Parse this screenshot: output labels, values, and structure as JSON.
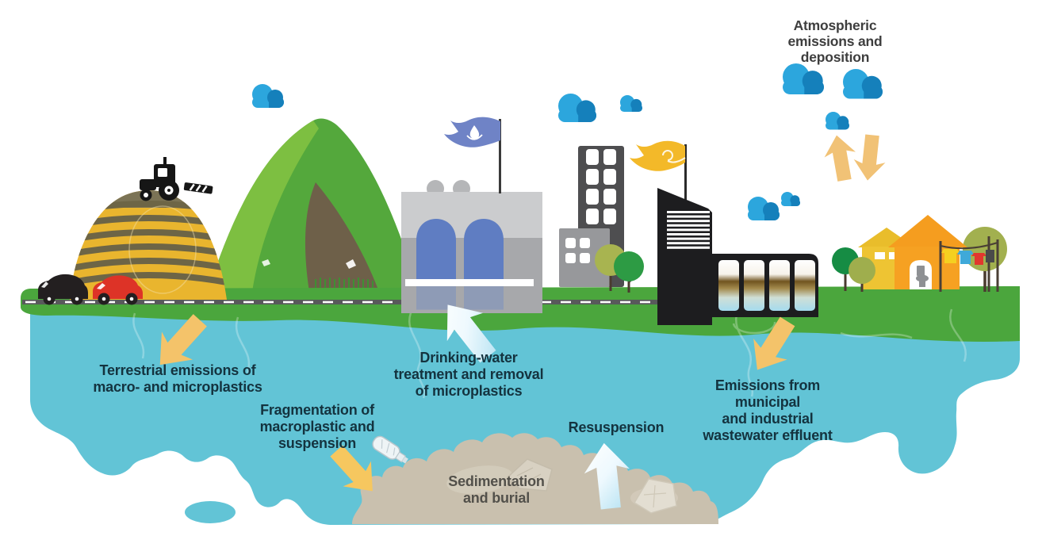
{
  "labels": {
    "atmospheric": {
      "text": "Atmospheric\nemissions and\ndeposition"
    },
    "terrestrial": {
      "text": "Terrestrial emissions of\nmacro- and microplastics"
    },
    "drinking_water": {
      "text": "Drinking-water\ntreatment and removal\nof microplastics"
    },
    "fragmentation": {
      "text": "Fragmentation of\nmacroplastic and\nsuspension"
    },
    "sedimentation": {
      "text": "Sedimentation\nand burial"
    },
    "resuspension": {
      "text": "Resuspension"
    },
    "wastewater": {
      "text": "Emissions from\nmunicipal\nand industrial\nwastewater effluent"
    }
  },
  "palette": {
    "water": "#62c4d6",
    "land_green": "#4ba63d",
    "mountain_light": "#7dbf41",
    "mountain_dark": "#54a83c",
    "soil_brown": "#6e6049",
    "field_yellow": "#e9b52e",
    "field_stripe": "#6d6546",
    "arrow_yellow": "#f4c36a",
    "arrow_white_blue": "#d9eff9",
    "cloud_light": "#2ca6dd",
    "cloud_dark": "#1580bb",
    "sediment": "#c9c0ae",
    "city_building_gray": "#4e4e50",
    "plant_gray": "#cbccce",
    "tank_blue": "#5f7dc2",
    "factory_black": "#1d1d1f",
    "flag_blue": "#6f83c6",
    "flag_yellow": "#f3b929",
    "house_yellow": "#eec433",
    "house_orange": "#f6a122",
    "car_red": "#dd3327"
  },
  "icons": [
    "tractor-icon",
    "black-car-icon",
    "red-car-icon",
    "water-drop-flag-icon",
    "wind-flag-icon",
    "toilet-icon",
    "clothesline-icon",
    "cloud-icon",
    "plastic-bottle-icon",
    "plastic-bag-icon",
    "down-arrow-icon",
    "up-arrow-icon",
    "exchange-arrows-icon",
    "tree-icon"
  ]
}
